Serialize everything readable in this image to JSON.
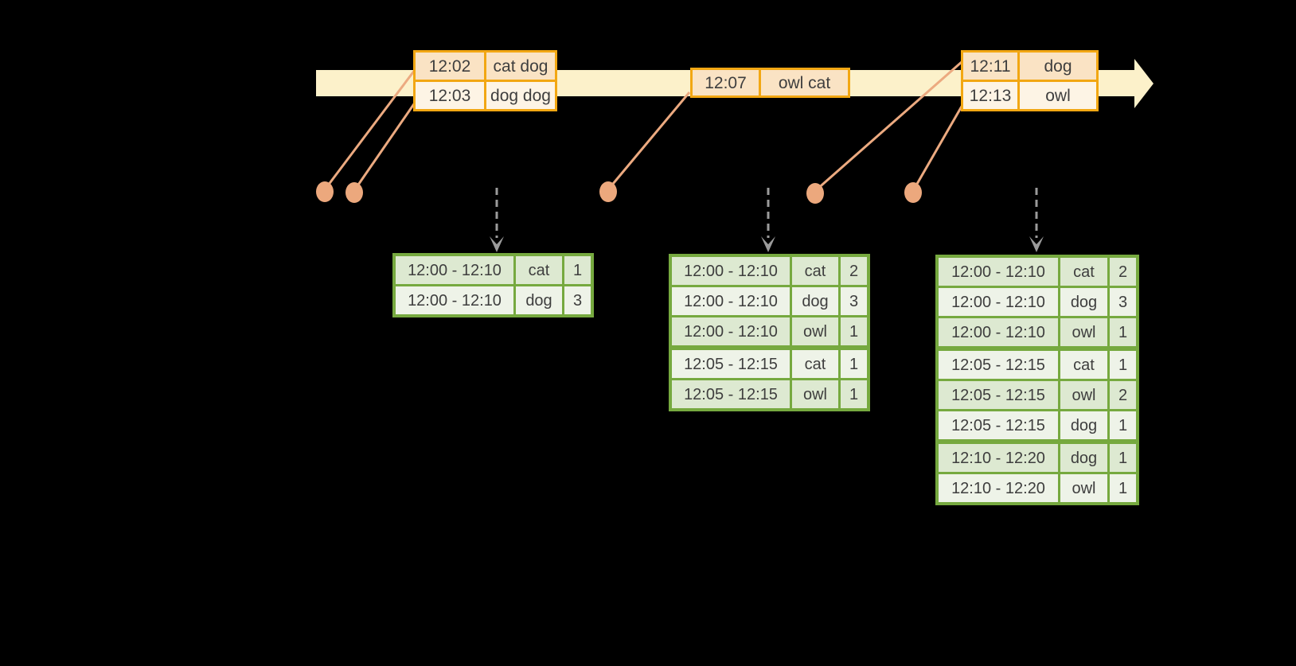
{
  "diagram": {
    "kind": "streaming-windowed-aggregation-timeline",
    "background_color": "#000000"
  },
  "timeline": {
    "event_tables": [
      {
        "rows": [
          {
            "time": "12:02",
            "words": "cat dog"
          },
          {
            "time": "12:03",
            "words": "dog dog"
          }
        ]
      },
      {
        "rows": [
          {
            "time": "12:07",
            "words": "owl cat"
          }
        ]
      },
      {
        "rows": [
          {
            "time": "12:11",
            "words": "dog"
          },
          {
            "time": "12:13",
            "words": "owl"
          }
        ]
      }
    ]
  },
  "result_tables": [
    {
      "groups": [
        {
          "rows": [
            {
              "window": "12:00 - 12:10",
              "word": "cat",
              "count": "1"
            },
            {
              "window": "12:00 - 12:10",
              "word": "dog",
              "count": "3"
            }
          ]
        }
      ]
    },
    {
      "groups": [
        {
          "rows": [
            {
              "window": "12:00 - 12:10",
              "word": "cat",
              "count": "2"
            },
            {
              "window": "12:00 - 12:10",
              "word": "dog",
              "count": "3"
            },
            {
              "window": "12:00 - 12:10",
              "word": "owl",
              "count": "1"
            }
          ]
        },
        {
          "rows": [
            {
              "window": "12:05 - 12:15",
              "word": "cat",
              "count": "1"
            },
            {
              "window": "12:05 - 12:15",
              "word": "owl",
              "count": "1"
            }
          ]
        }
      ]
    },
    {
      "groups": [
        {
          "rows": [
            {
              "window": "12:00 - 12:10",
              "word": "cat",
              "count": "2"
            },
            {
              "window": "12:00 - 12:10",
              "word": "dog",
              "count": "3"
            },
            {
              "window": "12:00 - 12:10",
              "word": "owl",
              "count": "1"
            }
          ]
        },
        {
          "rows": [
            {
              "window": "12:05 - 12:15",
              "word": "cat",
              "count": "1"
            },
            {
              "window": "12:05 - 12:15",
              "word": "owl",
              "count": "2"
            },
            {
              "window": "12:05 - 12:15",
              "word": "dog",
              "count": "1"
            }
          ]
        },
        {
          "rows": [
            {
              "window": "12:10 - 12:20",
              "word": "dog",
              "count": "1"
            },
            {
              "window": "12:10 - 12:20",
              "word": "owl",
              "count": "1"
            }
          ]
        }
      ]
    }
  ],
  "icons": {
    "timeline_arrow": "right-pointing-band-arrow",
    "event_marker": "filled-dot-with-leader-line",
    "trigger_arrow": "gray-dashed-down-arrow"
  },
  "colors": {
    "timeline_band": "#fcf1ca",
    "event_table_border": "#f2a713",
    "event_row_dark": "#fae3c4",
    "event_row_light": "#fdf4e5",
    "connector_salmon": "#ecaa80",
    "trigger_arrow_gray": "#9b9b9b",
    "result_table_border": "#76a93f",
    "result_row_dark": "#dde9d1",
    "result_row_light": "#eef3e8",
    "text": "#3e3e3e"
  }
}
